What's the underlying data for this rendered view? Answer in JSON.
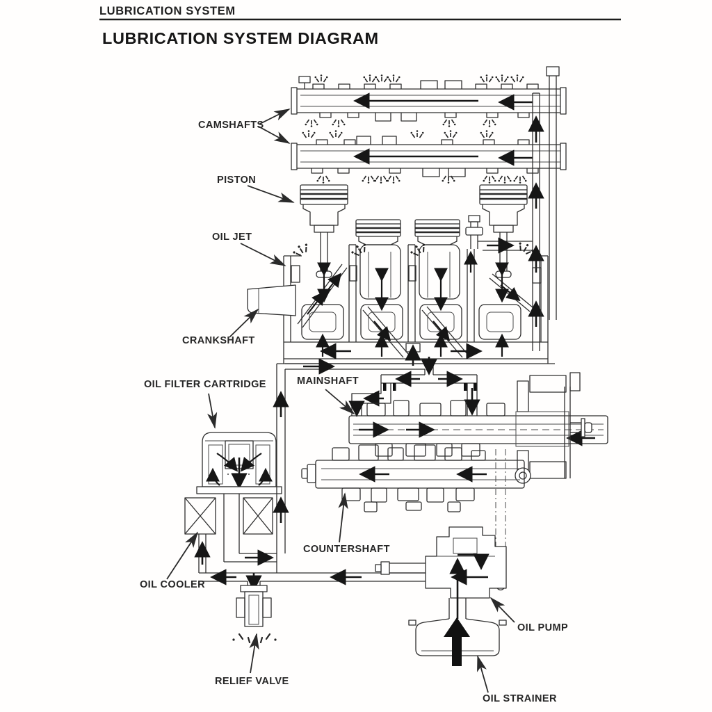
{
  "page": {
    "header": "LUBRICATION SYSTEM",
    "title": "LUBRICATION SYSTEM DIAGRAM"
  },
  "diagram": {
    "labels": {
      "camshafts": "CAMSHAFTS",
      "piston": "PISTON",
      "oil_jet": "OIL JET",
      "crankshaft": "CRANKSHAFT",
      "oil_filter_cartridge": "OIL FILTER CARTRIDGE",
      "mainshaft": "MAINSHAFT",
      "countershaft": "COUNTERSHAFT",
      "oil_cooler": "OIL COOLER",
      "relief_valve": "RELIEF VALVE",
      "oil_pump": "OIL PUMP",
      "oil_strainer": "OIL STRAINER"
    },
    "colors": {
      "paper": "#ffffff",
      "line": "#2e2e2e",
      "flow_arrow": "#161616",
      "label_text": "#262626"
    }
  }
}
